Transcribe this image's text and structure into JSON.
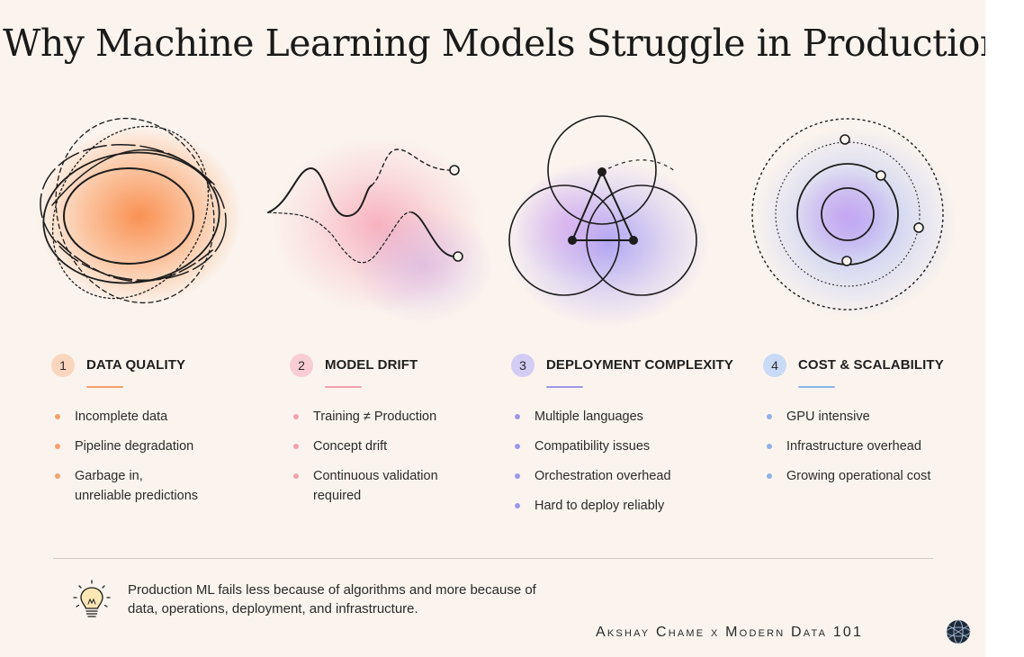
{
  "title": "Why Machine Learning Models Struggle in Production",
  "colors": {
    "orange": "#f6a06b",
    "pink": "#f4a0ad",
    "purple": "#9f97e8",
    "blue": "#8fb1ea",
    "background": "#fbf4ee"
  },
  "pillars": [
    {
      "number": "1",
      "label": "DATA QUALITY",
      "color": "#f6a06b",
      "badge_bg": "#fbd6be",
      "icon": "tangled-orbits-icon",
      "items": [
        "Incomplete data",
        "Pipeline degradation",
        "Garbage in,\nunreliable predictions"
      ]
    },
    {
      "number": "2",
      "label": "MODEL DRIFT",
      "color": "#f4a0ad",
      "badge_bg": "#f9cdd4",
      "icon": "diverging-waves-icon",
      "items": [
        "Training ≠ Production",
        "Concept drift",
        "Continuous validation\nrequired"
      ]
    },
    {
      "number": "3",
      "label": "DEPLOYMENT COMPLEXITY",
      "color": "#9f97e8",
      "badge_bg": "#d3cdf4",
      "icon": "overlapping-circles-icon",
      "items": [
        "Multiple languages",
        "Compatibility issues",
        "Orchestration overhead",
        "Hard to deploy reliably"
      ]
    },
    {
      "number": "4",
      "label": "COST & SCALABILITY",
      "color": "#8fb1ea",
      "badge_bg": "#c9daf6",
      "icon": "concentric-rings-icon",
      "items": [
        "GPU intensive",
        "Infrastructure overhead",
        "Growing operational cost"
      ]
    }
  ],
  "footer": {
    "icon": "lightbulb-icon",
    "text": "Production ML fails less because of algorithms and more because of\ndata, operations, deployment, and infrastructure.",
    "credit": "Akshay Chame x Modern Data 101",
    "logo_icon": "globe-logo-icon"
  }
}
